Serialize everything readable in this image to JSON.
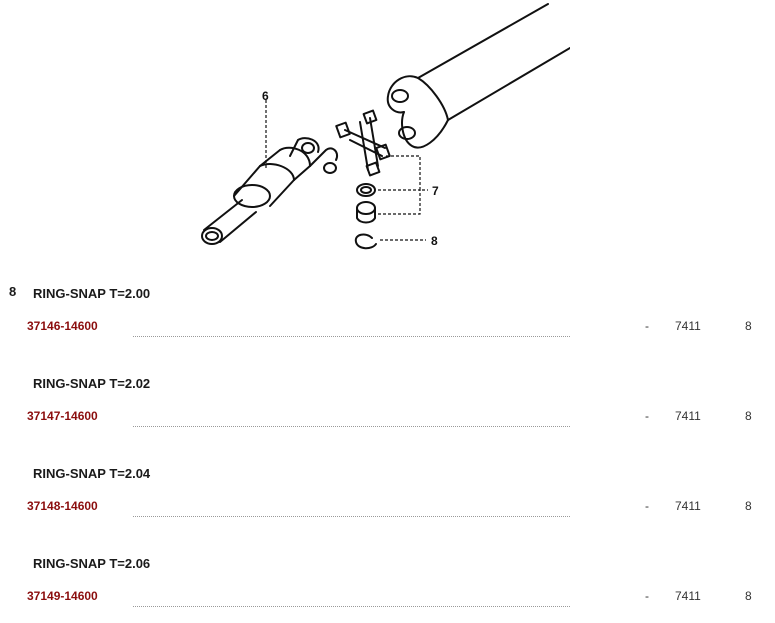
{
  "diagram": {
    "callouts": [
      "6",
      "7",
      "8"
    ]
  },
  "part_number": "8",
  "parts": [
    {
      "title": "RING-SNAP  T=2.00",
      "code": "37146-14600",
      "dash": "-",
      "model": "7411",
      "qty": "8"
    },
    {
      "title": "RING-SNAP  T=2.02",
      "code": "37147-14600",
      "dash": "-",
      "model": "7411",
      "qty": "8"
    },
    {
      "title": "RING-SNAP  T=2.04",
      "code": "37148-14600",
      "dash": "-",
      "model": "7411",
      "qty": "8"
    },
    {
      "title": "RING-SNAP  T=2.06",
      "code": "37149-14600",
      "dash": "-",
      "model": "7411",
      "qty": "8"
    }
  ]
}
